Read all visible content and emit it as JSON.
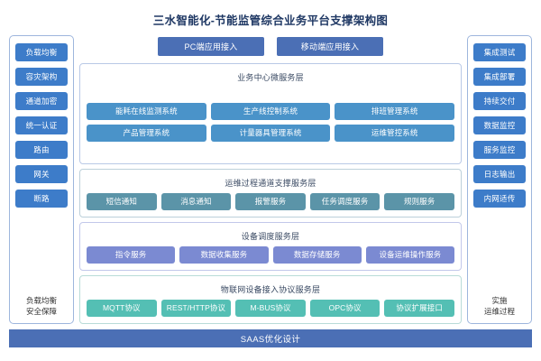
{
  "title": "三水智能化-节能监管综合业务平台支撑架构图",
  "access": {
    "items": [
      {
        "label": "PC端应用接入"
      },
      {
        "label": "移动端应用接入"
      }
    ]
  },
  "left_rail": {
    "items": [
      {
        "label": "负载均衡"
      },
      {
        "label": "容灾架构"
      },
      {
        "label": "通道加密"
      },
      {
        "label": "统一认证"
      },
      {
        "label": "路由"
      },
      {
        "label": "网关"
      },
      {
        "label": "断路"
      }
    ],
    "caption": "负载均衡\n安全保障"
  },
  "right_rail": {
    "items": [
      {
        "label": "集成测试"
      },
      {
        "label": "集成部署"
      },
      {
        "label": "持续交付"
      },
      {
        "label": "数据监控"
      },
      {
        "label": "服务监控"
      },
      {
        "label": "日志输出"
      },
      {
        "label": "内网适传"
      }
    ],
    "caption": "实施\n运维过程"
  },
  "layers": [
    {
      "title": "业务中心微服务层",
      "accent": "#4a93c9",
      "items": [
        {
          "label": "能耗在线监测系统"
        },
        {
          "label": "生产线控制系统"
        },
        {
          "label": "排班管理系统"
        },
        {
          "label": "产品管理系统"
        },
        {
          "label": "计量器具管理系统"
        },
        {
          "label": "运维管控系统"
        }
      ]
    },
    {
      "title": "运维过程通道支撑服务层",
      "accent": "#5b94a8",
      "items": [
        {
          "label": "短信通知"
        },
        {
          "label": "消息通知"
        },
        {
          "label": "报警服务"
        },
        {
          "label": "任务调度服务"
        },
        {
          "label": "规则服务"
        }
      ]
    },
    {
      "title": "设备调度服务层",
      "accent": "#7b8ad2",
      "items": [
        {
          "label": "指令服务"
        },
        {
          "label": "数据收集服务"
        },
        {
          "label": "数据存储服务"
        },
        {
          "label": "设备运维操作服务"
        }
      ]
    },
    {
      "title": "物联网设备接入协议服务层",
      "accent": "#54bfb4",
      "items": [
        {
          "label": "MQTT协议"
        },
        {
          "label": "REST/HTTP协议"
        },
        {
          "label": "M-BUS协议"
        },
        {
          "label": "OPC协议"
        },
        {
          "label": "协议扩展接口"
        }
      ]
    }
  ],
  "footer": {
    "label": "SAAS优化设计"
  }
}
